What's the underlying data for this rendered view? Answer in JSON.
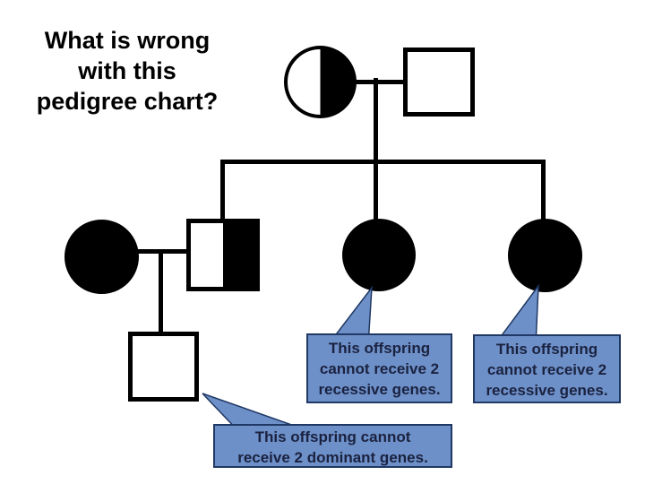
{
  "title": {
    "lines": [
      "What is wrong",
      "with this",
      "pedigree chart?"
    ]
  },
  "pedigree": {
    "generation1": {
      "female": {
        "shape": "circle",
        "fill": "half"
      },
      "male": {
        "shape": "square",
        "fill": "empty"
      }
    },
    "generation2": {
      "left_female": {
        "shape": "circle",
        "fill": "solid"
      },
      "left_male": {
        "shape": "square",
        "fill": "half"
      },
      "middle_female": {
        "shape": "circle",
        "fill": "solid"
      },
      "right_female": {
        "shape": "circle",
        "fill": "solid"
      }
    },
    "generation3": {
      "male": {
        "shape": "square",
        "fill": "empty"
      }
    }
  },
  "callouts": {
    "middle": {
      "lines": [
        "This offspring",
        "cannot receive 2",
        "recessive genes."
      ]
    },
    "right": {
      "lines": [
        "This offspring",
        "cannot receive 2",
        "recessive genes."
      ]
    },
    "bottom": {
      "lines": [
        "This offspring cannot",
        "receive 2 dominant genes."
      ]
    }
  },
  "colors": {
    "background": "#FFFFFF",
    "shape_stroke": "#000000",
    "callout_fill": "#6E90C8",
    "callout_border": "#1F3864",
    "callout_text": "#1A2240"
  }
}
